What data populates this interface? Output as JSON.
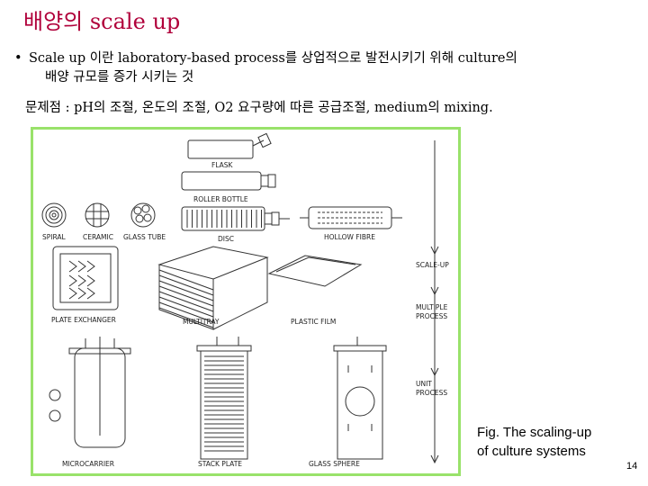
{
  "slide": {
    "title": "배양의 scale up",
    "bullet_line1": "Scale up 이란 laboratory-based process를 상업적으로 발전시키기 위해 culture의",
    "bullet_line2": "배양 규모를 증가 시키는 것",
    "issues_text": "문제점 : pH의 조절, 온도의 조절, O2 요구량에 따른 공급조절, medium의 mixing.",
    "caption_line1": "Fig. The scaling-up",
    "caption_line2": "of culture systems",
    "page_number": "14"
  },
  "figure": {
    "labels": {
      "flask": "FLASK",
      "roller_bottle": "ROLLER BOTTLE",
      "spiral": "SPIRAL",
      "ceramic": "CERAMIC",
      "glass_tube": "GLASS TUBE",
      "disc": "DISC",
      "hollow_fibre": "HOLLOW FIBRE",
      "scale_up": "SCALE-UP",
      "multiple": "MULTIPLE",
      "process": "PROCESS",
      "plate_exchanger": "PLATE EXCHANGER",
      "multitray": "MULTITRAY",
      "plastic_film": "PLASTIC FILM",
      "unit": "UNIT",
      "unit_process": "PROCESS",
      "microcarrier": "MICROCARRIER",
      "stack_plate": "STACK PLATE",
      "glass_sphere": "GLASS SPHERE"
    },
    "border_color": "#99e26a",
    "title_color": "#b0003a"
  }
}
